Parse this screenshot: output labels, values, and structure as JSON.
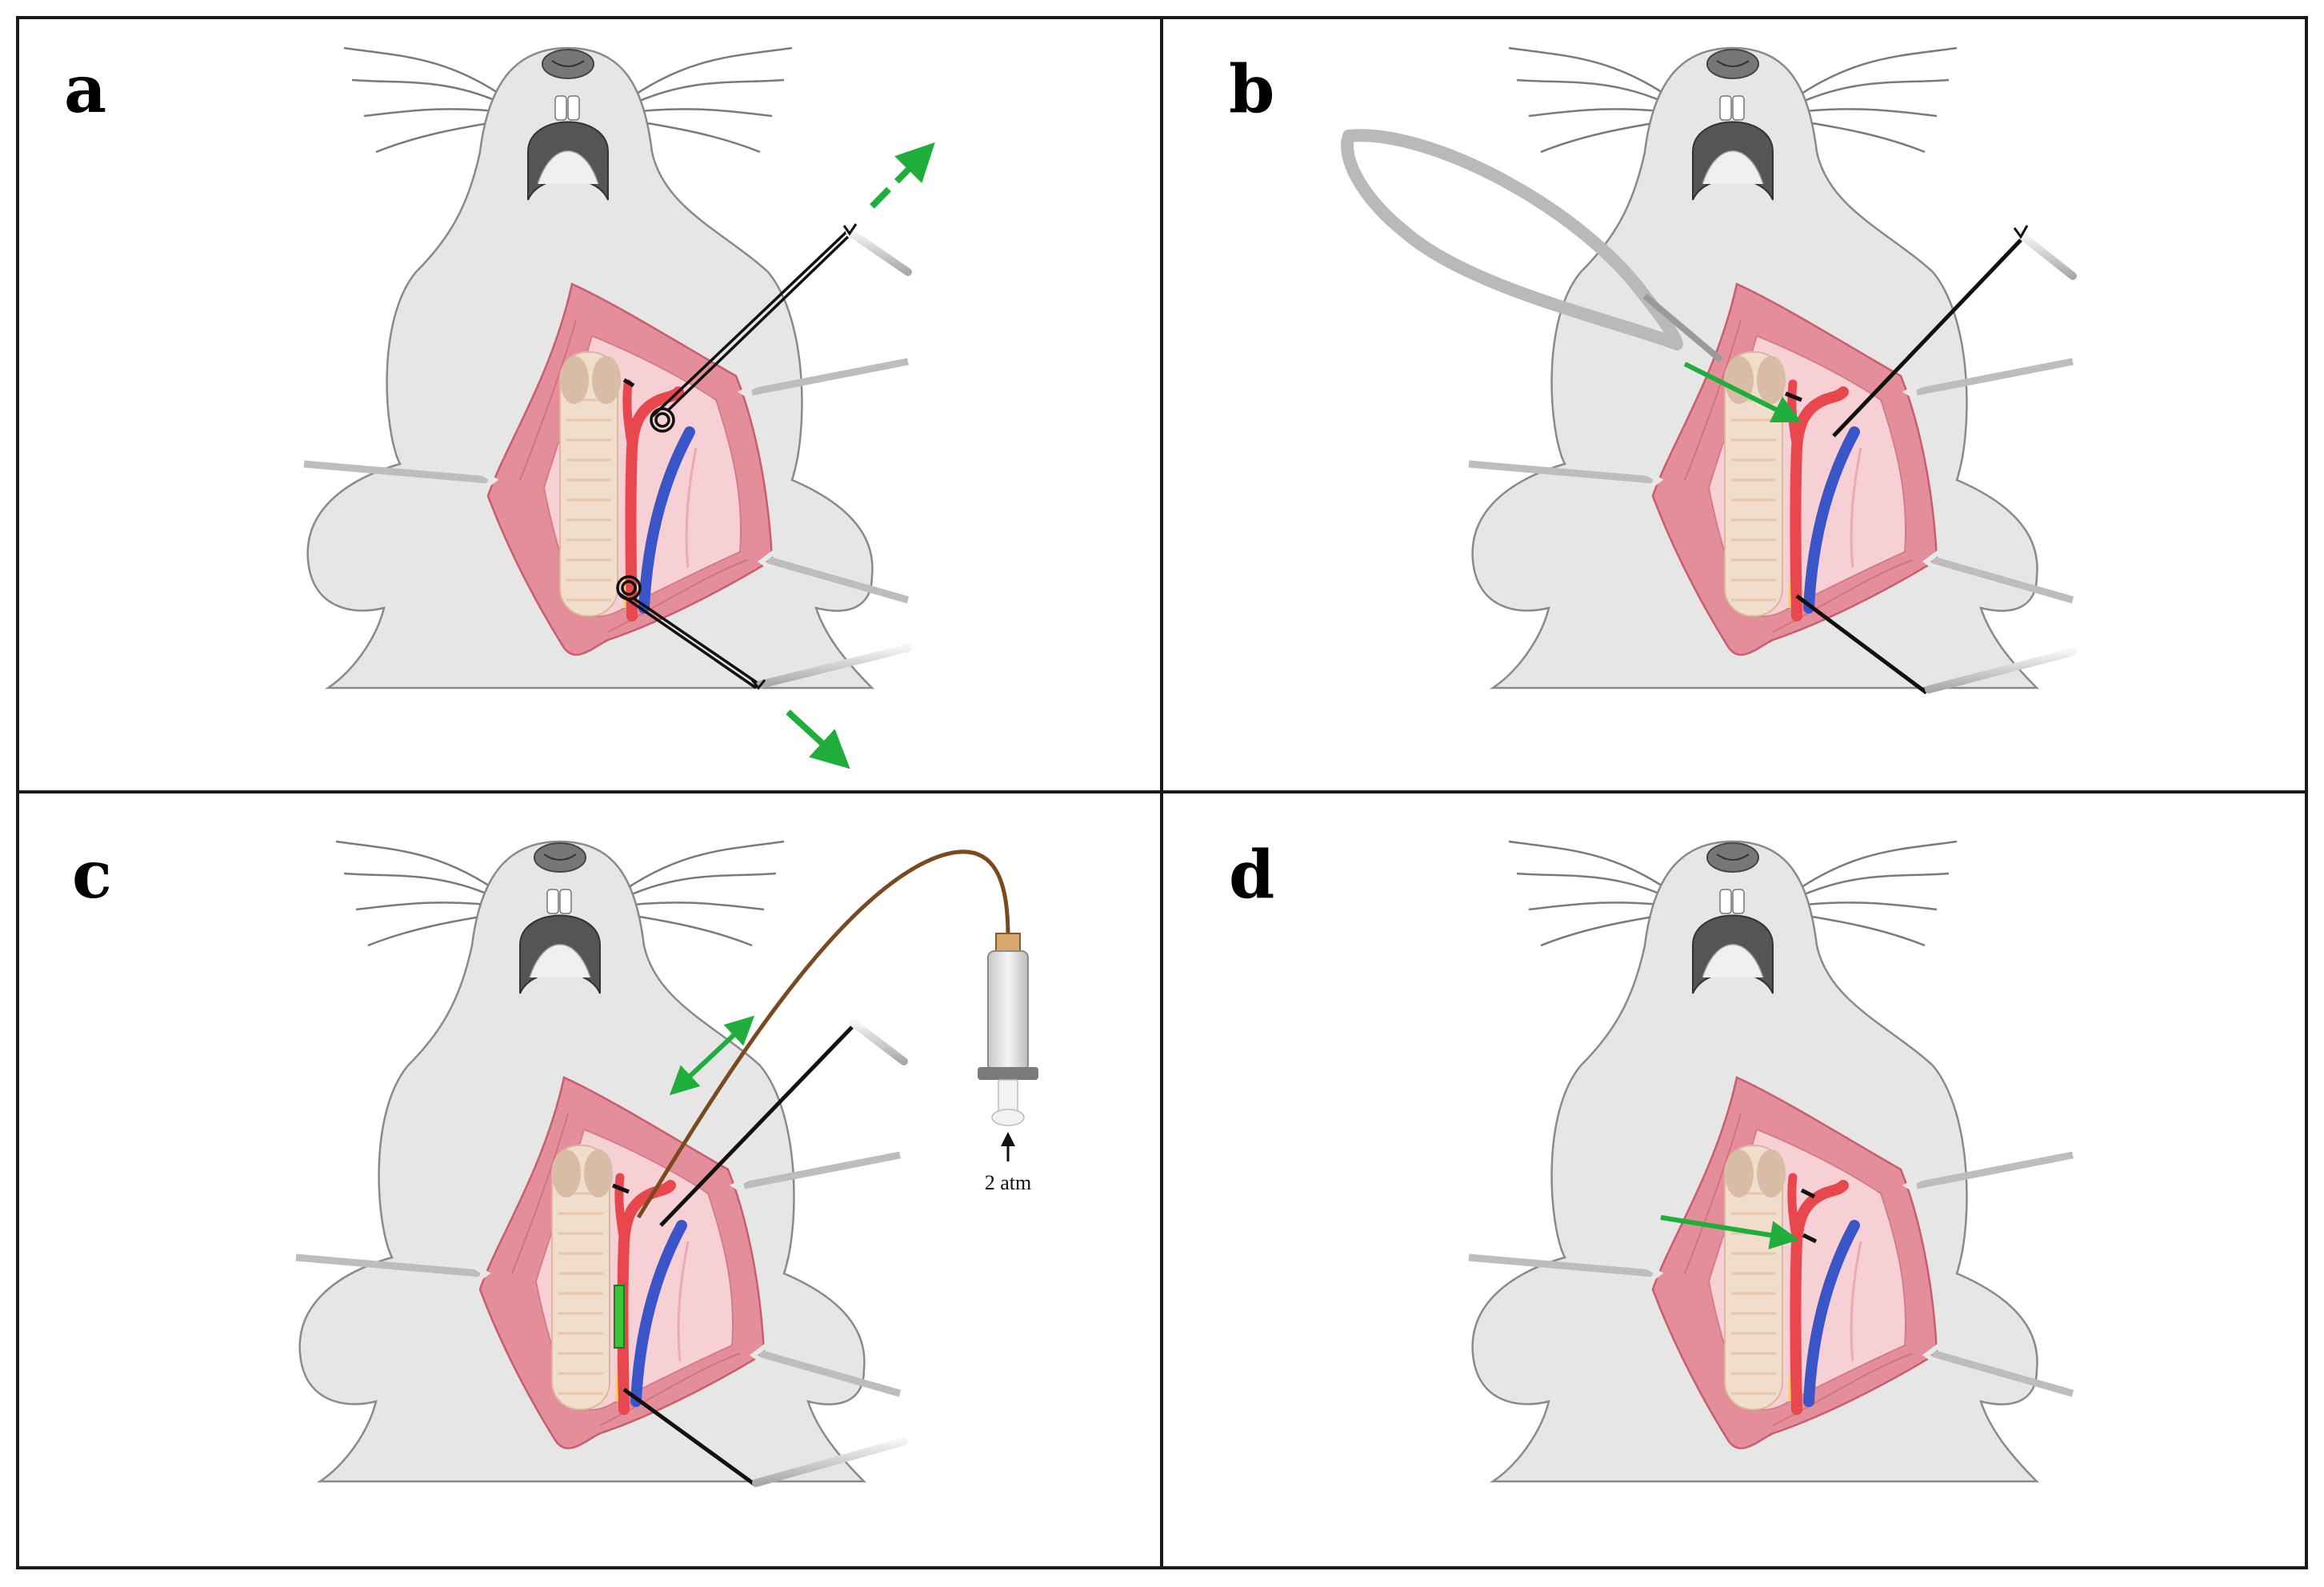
{
  "figure": {
    "panels": [
      {
        "id": "a",
        "label": "a"
      },
      {
        "id": "b",
        "label": "b"
      },
      {
        "id": "c",
        "label": "c"
      },
      {
        "id": "d",
        "label": "d"
      }
    ],
    "syringe_label": "2 atm"
  },
  "colors": {
    "frame": "#1a1a1a",
    "body_fill": "#e6e6e6",
    "body_stroke": "#8a8a8a",
    "incision_fill": "#e48e9c",
    "incision_inner": "#f6d0d4",
    "artery": "#e8474d",
    "vein": "#3a55c8",
    "nerve": "#f3d55a",
    "trachea": "#f1ddcb",
    "arrow": "#1fae3c",
    "catheter": "#7a4a1e",
    "balloon": "#3ac43a",
    "instrument": "#cfcfcf"
  },
  "icons": [
    "retractor-icon",
    "suture-tie-icon",
    "forceps-icon",
    "scissors-icon",
    "syringe-icon",
    "catheter-icon",
    "arrow-icon"
  ]
}
